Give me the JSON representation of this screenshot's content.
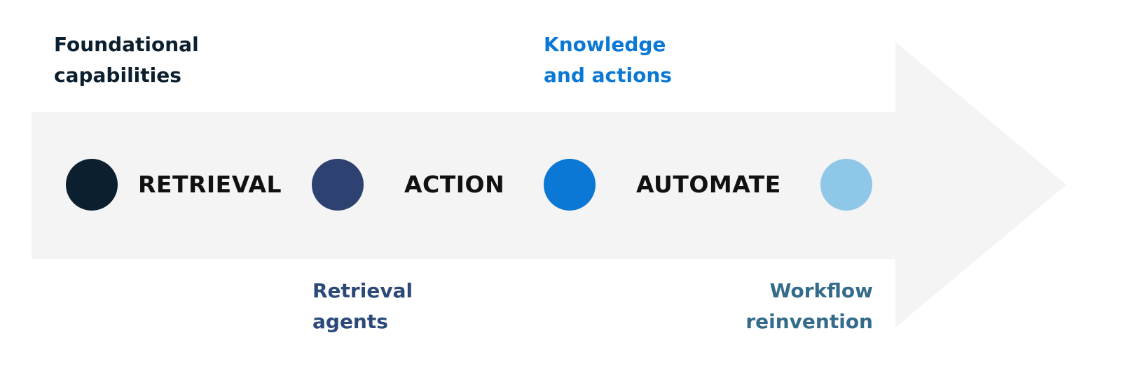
{
  "top_labels": {
    "foundational": {
      "line1": "Foundational",
      "line2": "capabilities",
      "color": "#0b1f2e"
    },
    "knowledge": {
      "line1": "Knowledge",
      "line2": "and actions",
      "color": "#0a78d4"
    }
  },
  "bottom_labels": {
    "retrieval_agents": {
      "line1": "Retrieval",
      "line2": "agents",
      "color": "#2b4a7a"
    },
    "workflow": {
      "line1": "Workflow",
      "line2": "reinvention",
      "color": "#336b8a"
    }
  },
  "stages": [
    "RETRIEVAL",
    "ACTION",
    "AUTOMATE"
  ],
  "dots": [
    "#0b1f2e",
    "#2d4270",
    "#0a78d4",
    "#8fc7e8"
  ],
  "arrow_color": "#f4f4f4"
}
